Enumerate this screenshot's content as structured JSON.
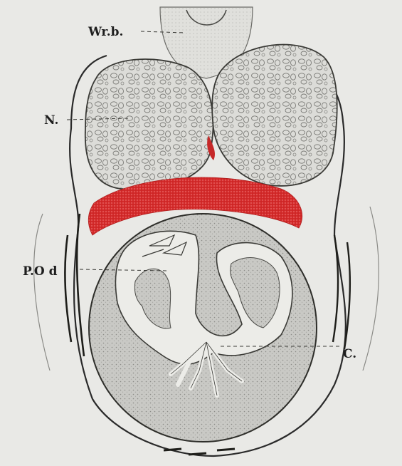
{
  "labels": {
    "vertebral_body": "Wr.b.",
    "kidney": "N.",
    "ovary_duct": "P.O d",
    "cavity": "C."
  },
  "colors": {
    "paper": "#e9e9e6",
    "tissue_red": "#d42a2a",
    "ink": "#2a2a2a",
    "shading": "#b8b8b4"
  }
}
